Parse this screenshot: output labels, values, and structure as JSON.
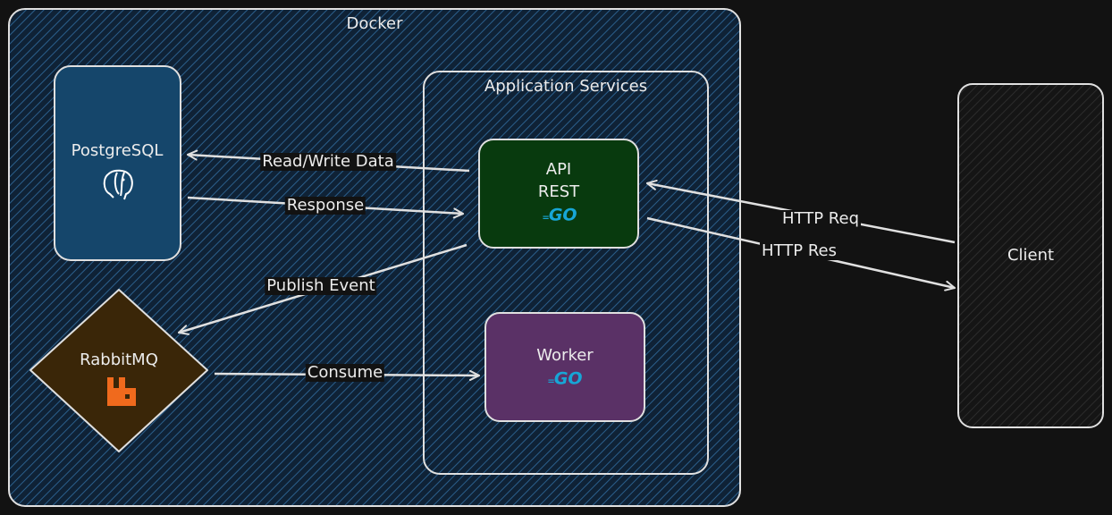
{
  "colors": {
    "background": "#121212",
    "docker_fill": "#12304a",
    "postgres_fill": "#15466b",
    "api_fill": "#083a0e",
    "worker_fill": "#5a3166",
    "rabbit_fill": "#3a2608",
    "stroke": "#e0e0e0",
    "go_color": "#17a6d6",
    "rabbit_color": "#f06a1d"
  },
  "groups": {
    "docker": "Docker",
    "app_services": "Application Services",
    "client": "Client"
  },
  "nodes": {
    "postgres": {
      "label": "PostgreSQL",
      "icon": "postgres-elephant-icon"
    },
    "api": {
      "line1": "API",
      "line2": "REST",
      "icon": "go-logo-icon"
    },
    "rabbitmq": {
      "label": "RabbitMQ",
      "icon": "rabbitmq-icon"
    },
    "worker": {
      "label": "Worker",
      "icon": "go-logo-icon"
    }
  },
  "edges": {
    "read_write": "Read/Write Data",
    "response": "Response",
    "publish": "Publish Event",
    "consume": "Consume",
    "http_req": "HTTP Req",
    "http_res": "HTTP Res"
  },
  "go_text": "GO"
}
